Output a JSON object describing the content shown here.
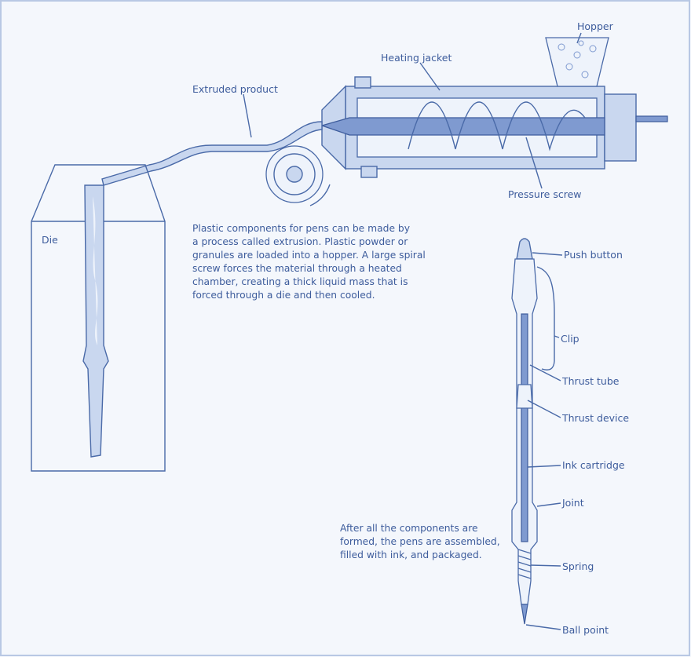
{
  "labels": {
    "hopper": "Hopper",
    "heating_jacket": "Heating jacket",
    "extruded_product": "Extruded product",
    "pressure_screw": "Pressure screw",
    "die": "Die",
    "push_button": "Push button",
    "clip": "Clip",
    "thrust_tube": "Thrust tube",
    "thrust_device": "Thrust device",
    "ink_cartridge": "Ink cartridge",
    "joint": "Joint",
    "spring": "Spring",
    "ball_point": "Ball point"
  },
  "extrusion_caption": [
    "Plastic components for pens can be made by",
    "a process called extrusion. Plastic powder or",
    "granules are loaded into a hopper. A large spiral",
    "screw forces the material through a heated",
    "chamber, creating a thick liquid mass that is",
    "forced through a die and then cooled."
  ],
  "assembly_caption": [
    "After all the components are",
    "formed, the pens are assembled,",
    "filled with ink, and packaged."
  ],
  "colors": {
    "line": "#4a6aa8",
    "fill": "#c9d7ef",
    "background": "#f4f7fc"
  }
}
